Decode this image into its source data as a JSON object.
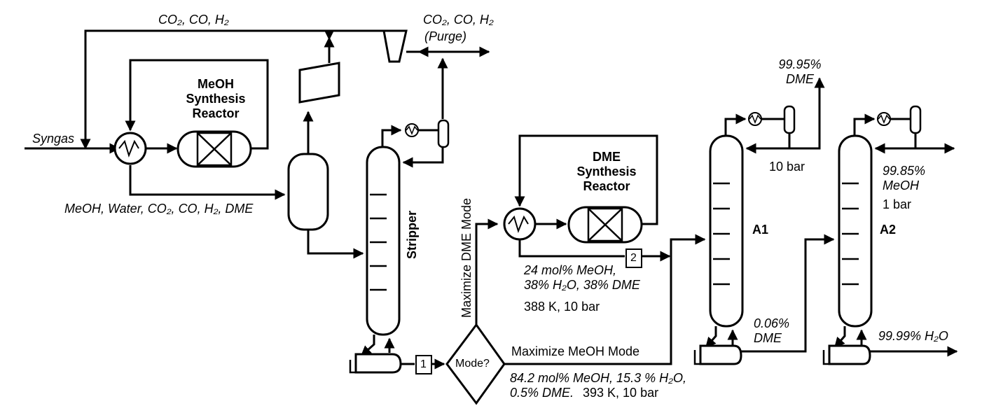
{
  "diagram": {
    "units": {
      "meoh_reactor": "MeOH\nSynthesis\nReactor",
      "dme_reactor": "DME\nSynthesis\nReactor",
      "stripper": "Stripper",
      "column_a1": "A1",
      "column_a2": "A2",
      "decision": "Mode?"
    },
    "markers": {
      "m1": "1",
      "m2": "2"
    },
    "streams": {
      "recycle_gas": "CO₂, CO, H₂",
      "purge_gas": "CO₂, CO, H₂",
      "purge": "(Purge)",
      "syngas": "Syngas",
      "reactor_outlet": "MeOH, Water, CO₂, CO, H₂, DME",
      "dme_product": "99.95%\nDME",
      "a1_pressure": "10 bar",
      "meoh_product": "99.85%\nMeOH",
      "a2_pressure": "1 bar",
      "a1_bottoms": "0.06%\nDME",
      "water_product": "99.99% H₂O",
      "dme_reactor_outlet": "24 mol% MeOH,\n38% H₂O, 38% DME",
      "dme_reactor_cond": "388 K, 10 bar",
      "meoh_mode_stream": "84.2 mol% MeOH, 15.3 % H₂O,\n0.5% DME.",
      "meoh_mode_cond": "393 K, 10 bar"
    },
    "modes": {
      "dme_mode": "Maximize DME Mode",
      "meoh_mode": "Maximize MeOH Mode"
    }
  }
}
